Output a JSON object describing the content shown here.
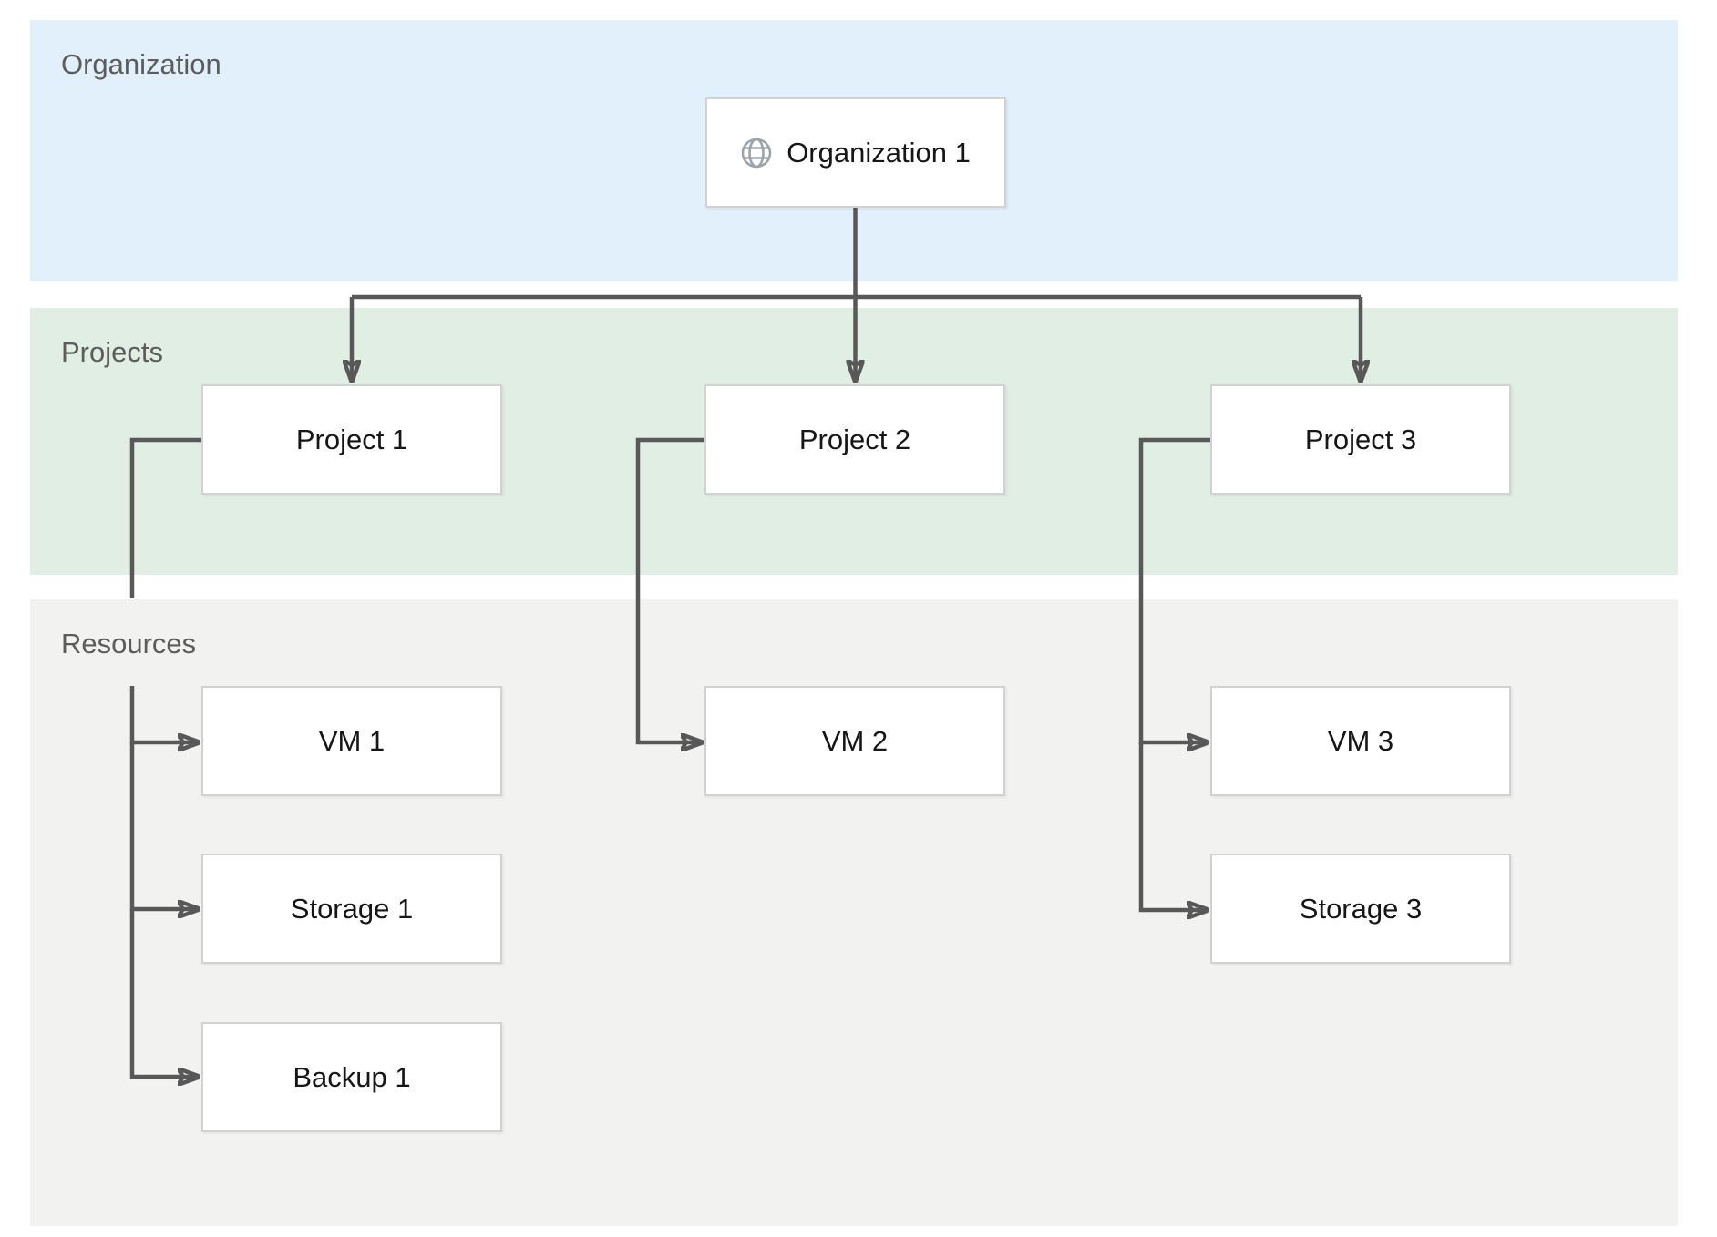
{
  "diagram": {
    "bands": {
      "organization": {
        "label": "Organization",
        "color": "#e1f0fa"
      },
      "projects": {
        "label": "Projects",
        "color": "#e0eee4"
      },
      "resources": {
        "label": "Resources",
        "color": "#f2f2f1"
      }
    },
    "nodes": {
      "organization1": {
        "label": "Organization 1",
        "icon": "globe-icon"
      },
      "project1": {
        "label": "Project 1"
      },
      "project2": {
        "label": "Project 2"
      },
      "project3": {
        "label": "Project 3"
      },
      "vm1": {
        "label": "VM 1"
      },
      "storage1": {
        "label": "Storage 1"
      },
      "backup1": {
        "label": "Backup 1"
      },
      "vm2": {
        "label": "VM 2"
      },
      "vm3": {
        "label": "VM 3"
      },
      "storage3": {
        "label": "Storage 3"
      }
    },
    "colors": {
      "band_organization": "#e1f0fa",
      "band_projects": "#e0eee4",
      "band_resources": "#f2f2f1",
      "band_label_text": "#5c5c5c",
      "node_fill": "#ffffff",
      "node_border": "#d2d2d2",
      "node_text": "#161616",
      "connector": "#585858",
      "globe_icon": "#9ba3ab"
    }
  }
}
